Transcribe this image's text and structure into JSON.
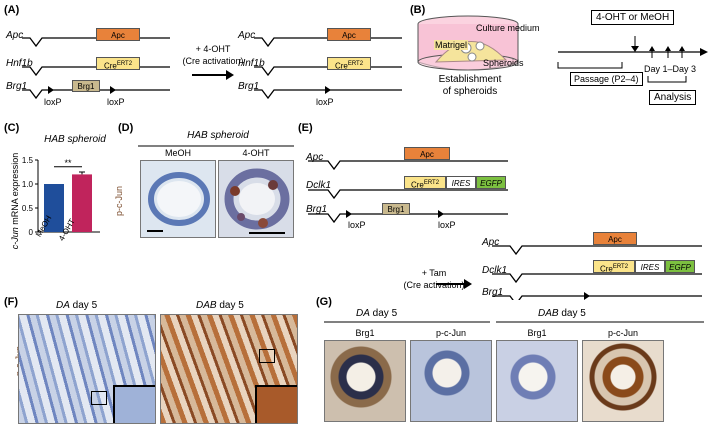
{
  "panels": {
    "A": "(A)",
    "B": "(B)",
    "C": "(C)",
    "D": "(D)",
    "E": "(E)",
    "F": "(F)",
    "G": "(G)"
  },
  "A": {
    "genes": {
      "apc": "Apc",
      "hnf": "Hnf1b",
      "brg": "Brg1"
    },
    "boxes": {
      "apc": "Apc",
      "cre": "Cre",
      "cre_sup": "ERT2",
      "brg": "Brg1"
    },
    "loxp": "loxP",
    "arrow_text_1": "+ 4-OHT",
    "arrow_text_2": "(Cre activation)"
  },
  "B": {
    "culture": "Culture medium",
    "matrigel": "Matrigel",
    "spheroids": "Spheroids",
    "establish_1": "Establishment",
    "establish_2": "of spheroids",
    "treatment": "4-OHT or MeOH",
    "passage": "Passage (P2–4)",
    "days": "Day 1–Day 3",
    "analysis": "Analysis"
  },
  "C": {
    "title": "HAB spheroid",
    "ylabel_italic": "c-Jun",
    "ylabel_rest": " mRNA expression",
    "sig": "**",
    "yticks": [
      "0",
      "0.5",
      "1.0",
      "1.5"
    ],
    "legend_colors": {
      "meoh": "#1f4e9b",
      "ohtvalue": "#c0245c"
    }
  },
  "chart_data": {
    "type": "bar",
    "categories": [
      "MeOH",
      "4-OHT"
    ],
    "values": [
      1.0,
      1.2
    ],
    "title": "HAB spheroid",
    "xlabel": "",
    "ylabel": "c-Jun mRNA expression",
    "ylim": [
      0,
      1.5
    ]
  },
  "D": {
    "title": "HAB spheroid",
    "cols": [
      "MeOH",
      "4-OHT"
    ],
    "ylabel": "p-c-Jun"
  },
  "E": {
    "genes": {
      "apc": "Apc",
      "dclk": "Dclk1",
      "brg": "Brg1"
    },
    "boxes": {
      "apc": "Apc",
      "cre": "Cre",
      "cre_sup": "ERT2",
      "ires": "IRES",
      "egfp": "EGFP",
      "brg": "Brg1"
    },
    "loxp": "loxP",
    "arrow_text_1": "+ Tam",
    "arrow_text_2": "(Cre activation)"
  },
  "F": {
    "ylabel": "p-c-Jun",
    "da_italic": "DA",
    "dab_italic": "DAB",
    "day": " day 5"
  },
  "G": {
    "da_italic": "DA",
    "dab_italic": "DAB",
    "day": " day 5",
    "cols": [
      "Brg1",
      "p-c-Jun",
      "Brg1",
      "p-c-Jun"
    ]
  }
}
